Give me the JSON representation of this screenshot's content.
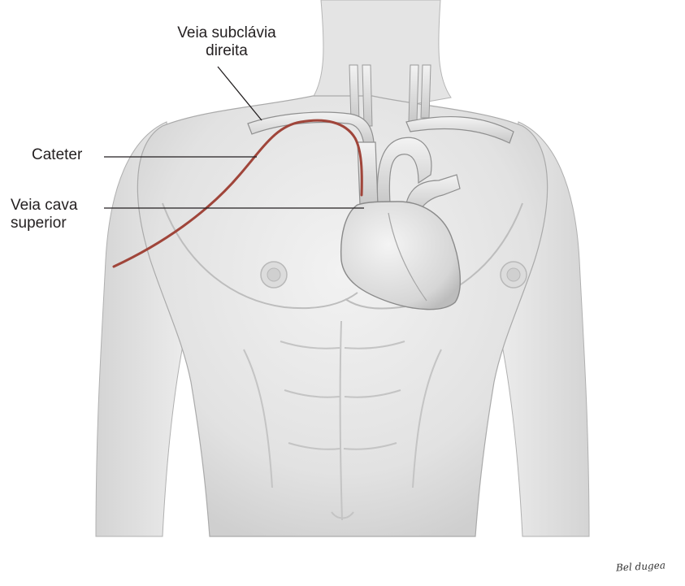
{
  "labels": {
    "subclavian_line1": "Veia subclávia",
    "subclavian_line2": "direita",
    "catheter": "Cateter",
    "svc_line1": "Veia cava",
    "svc_line2": "superior"
  },
  "signature": "Bel dugea",
  "colors": {
    "skin": "#e6e6e6",
    "skin_shadow": "#c9c9c9",
    "outline": "#8a8a8a",
    "catheter": "#a0453a",
    "leader_line": "#231f20",
    "text": "#231f20"
  }
}
